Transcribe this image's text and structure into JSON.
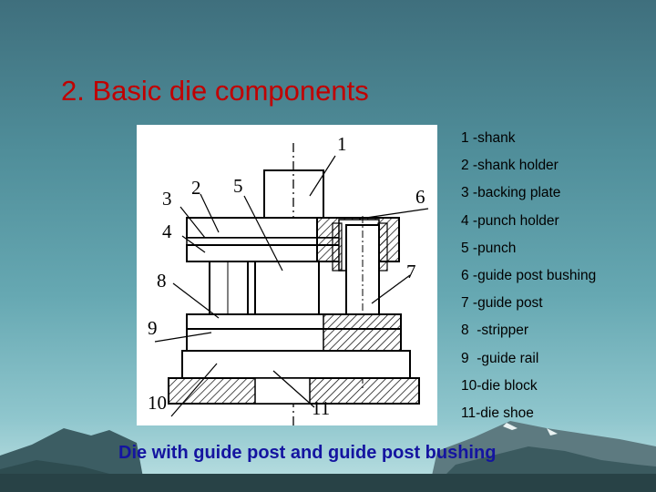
{
  "slide": {
    "title": "2. Basic die components",
    "caption": "Die with guide post and guide post bushing",
    "accent_color": "#c00000",
    "caption_color": "#1414a0"
  },
  "legend": [
    "1 -shank",
    "2 -shank holder",
    "3 -backing plate",
    "4 -punch holder",
    "5 -punch",
    "6 -guide post bushing",
    "7 -guide post",
    "8  -stripper",
    "9  -guide rail",
    "10-die block",
    "11-die shoe"
  ],
  "figure": {
    "callouts": [
      "1",
      "2",
      "3",
      "4",
      "5",
      "6",
      "7",
      "8",
      "9",
      "10",
      "11"
    ]
  }
}
